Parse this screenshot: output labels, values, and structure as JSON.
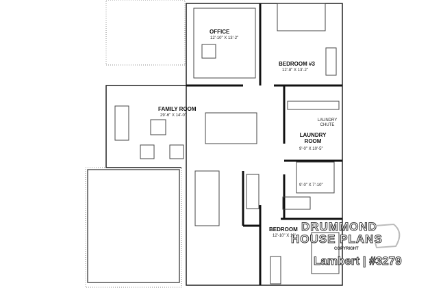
{
  "rooms": {
    "office": {
      "name": "OFFICE",
      "dims": "12'-10\" X 13'-2\""
    },
    "bedroom3": {
      "name": "BEDROOM #3",
      "dims": "12'-8\" X 13'-2\""
    },
    "family": {
      "name": "FAMILY ROOM",
      "dims": "29'-6\" X 14'-0\""
    },
    "laundry": {
      "name": "LAUNDRY ROOM",
      "dims": "9'-0\" X 10'-5\""
    },
    "laundry_chute": "LAUNDRY CHUTE",
    "bath": {
      "dims": "9'-0\" X 7'-10\""
    },
    "bedroom": {
      "name": "BEDROOM",
      "dims": "12'-10\" X 10'-"
    }
  },
  "watermark": {
    "line1": "DRUMMOND",
    "line2": "HOUSE PLANS",
    "copyright": "COPYRIGHT"
  },
  "plan_title": "Lambert | #3279"
}
